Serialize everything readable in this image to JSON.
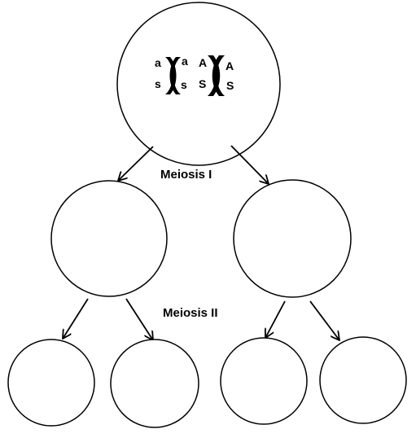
{
  "labels": {
    "meiosis_1": "Meiosis I",
    "meiosis_2": "Meiosis II"
  },
  "chromosomes": {
    "pair_1": {
      "left_top": "a",
      "left_bottom": "s",
      "right_top": "a",
      "right_bottom": "s"
    },
    "pair_2": {
      "left_top": "A",
      "left_bottom": "S",
      "right_top": "A",
      "right_bottom": "S"
    }
  },
  "colors": {
    "stroke": "#000000",
    "fill": "#ffffff"
  }
}
